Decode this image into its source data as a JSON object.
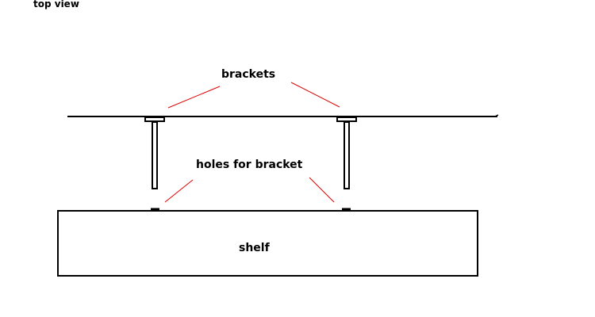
{
  "labels": {
    "view_title": "top view",
    "brackets": "brackets",
    "holes": "holes for bracket",
    "shelf": "shelf"
  },
  "colors": {
    "line": "#000000",
    "leader": "#e00000",
    "background": "#ffffff"
  }
}
